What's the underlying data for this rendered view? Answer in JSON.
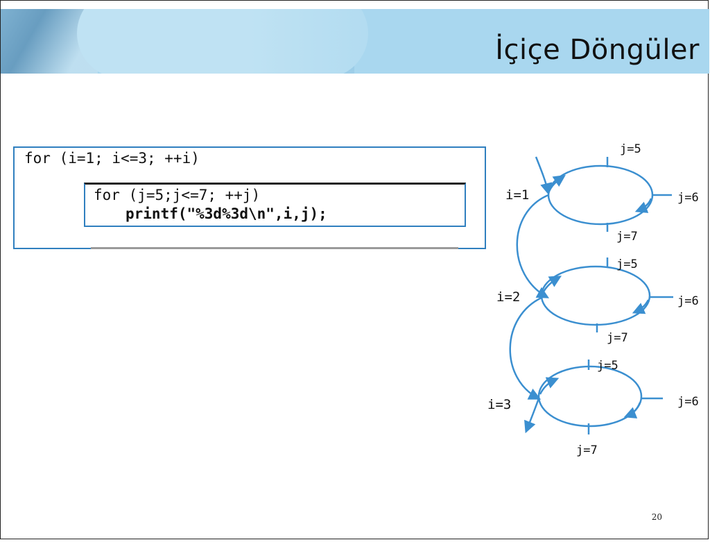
{
  "slide": {
    "title": "İçiçe Döngüler",
    "page_number": "20"
  },
  "code": {
    "outer_loop": "for (i=1; i<=3; ++i)",
    "inner_loop": "for (j=5;j<=7; ++j)",
    "statement": "printf(\"%3d%3d\\n\",i,j);"
  },
  "diagram": {
    "outer_labels": [
      "i=1",
      "i=2",
      "i=3"
    ],
    "loops": [
      {
        "top": "j=5",
        "right": "j=6",
        "bottom": "j=7"
      },
      {
        "top": "j=5",
        "right": "j=6",
        "bottom": "j=7"
      },
      {
        "top": "j=5",
        "right": "j=6",
        "bottom": "j=7"
      }
    ],
    "line_color": "#3b8fd0"
  }
}
